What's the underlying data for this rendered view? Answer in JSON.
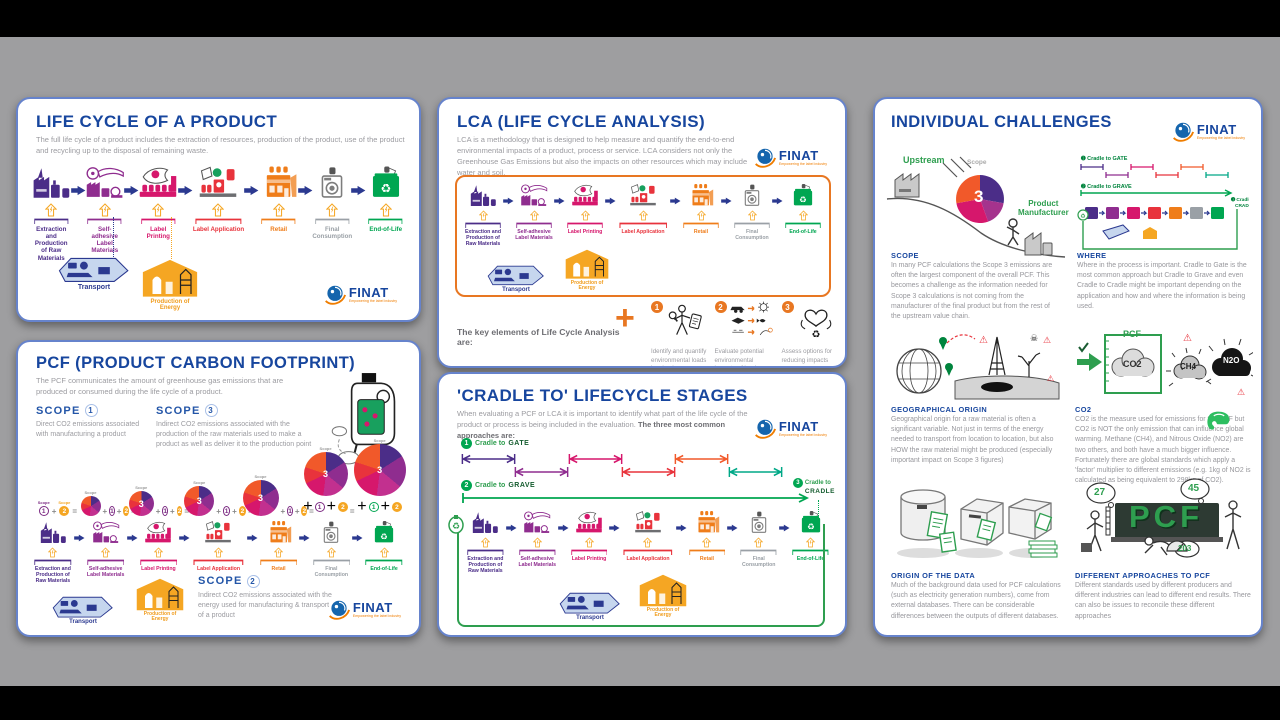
{
  "logo": {
    "text": "FINAT",
    "tagline": "Empowering the label industry"
  },
  "colors": {
    "title_blue": "#17469e",
    "heading_blue": "#2456a8",
    "body_gray": "#9b9ba0",
    "card_border": "#6683cc",
    "arrow_blue": "#2b3990",
    "energy_orange": "#f5a623",
    "green": "#00a651",
    "dark_green": "#2e9e4f",
    "plus_orange": "#e87722"
  },
  "lifecycle": {
    "stages": [
      {
        "label": "Extraction and Production of Raw Materials",
        "color": "#4b2d88",
        "icon": "factory",
        "wide": false
      },
      {
        "label": "Self-adhesive Label Materials",
        "color": "#8f2d8f",
        "icon": "materials",
        "wide": false
      },
      {
        "label": "Label Printing",
        "color": "#d6176c",
        "icon": "printing",
        "wide": false
      },
      {
        "label": "Label Application",
        "color": "#e8333c",
        "icon": "application",
        "wide": true
      },
      {
        "label": "Retail",
        "color": "#ef7d1a",
        "icon": "retail",
        "wide": false
      },
      {
        "label": "Final Consumption",
        "color": "#9aa0a6",
        "icon": "consumption",
        "wide": false
      },
      {
        "label": "End-of-Life",
        "color": "#00a651",
        "icon": "recycle",
        "wide": false
      }
    ],
    "transport": "Transport",
    "energy": "Production of Energy"
  },
  "cards": {
    "life_cycle": {
      "title": "LIFE CYCLE OF A PRODUCT",
      "intro": "The full life cycle of a product includes the extraction of resources, production of the product, use of the product and recycling up to the disposal of remaining waste."
    },
    "pcf": {
      "title": "PCF (PRODUCT CARBON FOOTPRINT)",
      "intro": "The PCF communicates the amount of greenhouse gas emissions that are produced or consumed during the life cycle of a product.",
      "scope_word": "SCOPE",
      "scope1": {
        "num": "1",
        "text": "Direct CO2 emissions associated with manufacturing a product"
      },
      "scope3": {
        "num": "3",
        "text": "Indirect CO2 emissions associated with the production of the raw materials used to make a product as well as deliver it to the production point"
      },
      "scope2": {
        "num": "2",
        "text": "Indirect CO2 emissions associated with the energy used for manufacturing & transport of a product"
      },
      "pie_label": "Scope",
      "pie_number": "3",
      "pie_sizes": [
        0,
        20,
        25,
        30,
        36,
        44,
        52
      ]
    },
    "lca": {
      "title": "LCA (LIFE CYCLE ANALYSIS)",
      "intro": "LCA is a methodology that is designed to help measure and quantify the end-to-end environmental impacts of a product, process or service. LCA considers not only the Greenhouse Gas Emissions but also the impacts on other resources which may include water and soil.",
      "key_intro": "The key elements of Life Cycle Analysis are:",
      "elements": [
        {
          "num": "1",
          "text": "Identify and quantify environmental loads involved"
        },
        {
          "num": "2",
          "text": "Evaluate potential environmental impacts of loads"
        },
        {
          "num": "3",
          "text": "Assess options for reducing impacts"
        }
      ]
    },
    "cradle": {
      "title": "'CRADLE TO' LIFECYCLE STAGES",
      "intro": "When evaluating a PCF or LCA it is important to identify what part of the life cycle of the product or process is being included in the evaluation.",
      "intro_bold": "The three most common approaches are:",
      "approaches": [
        {
          "num": "1",
          "pre": "Cradle to",
          "target": "GATE"
        },
        {
          "num": "2",
          "pre": "Cradle to",
          "target": "GRAVE"
        },
        {
          "num": "3",
          "pre": "Cradle to",
          "target": "CRADLE"
        }
      ],
      "segment_colors": [
        "#4b2d88",
        "#8f2d8f",
        "#d6176c",
        "#e8333c",
        "#f1592a",
        "#00a887"
      ]
    },
    "challenges": {
      "title": "INDIVIDUAL CHALLENGES",
      "hill": {
        "upstream": "Upstream",
        "manufacturer_1": "Product",
        "manufacturer_2": "Manufacturer",
        "scope_label": "Scope",
        "scope_num": "3"
      },
      "sections": {
        "scope": {
          "heading": "SCOPE",
          "text": "In many PCF calculations the Scope 3 emissions are often the largest component of the overall PCF. This becomes a challenge as the information needed for Scope 3 calculations is not coming from the manufacturer of the final product but from the rest of the upstream value chain."
        },
        "where": {
          "heading": "WHERE",
          "text": "Where in the process is important. Cradle to Gate is the most common approach but Cradle to Grave and even Cradle to Cradle might be important depending on the application and how and where the information is being used."
        },
        "geo": {
          "heading": "GEOGRAPHICAL ORIGIN",
          "text": "Geographical origin for a raw material is often a significant variable. Not just in terms of the energy needed to transport from location to location, but also HOW the raw material might be produced (especially important impact on Scope 3 figures)"
        },
        "co2": {
          "heading": "CO2",
          "text": "CO2 is the measure used for emissions for the PCF but CO2 is NOT the only emission that can influence global warming. Methane (CH4), and Nitrous Oxide (NO2) are two others, and both have a much bigger influence. Fortunately there are global standards which apply a 'factor' multiplier to different emissions (e.g. 1kg of NO2 is calculated as being equivalent to 298kg of CO2)."
        },
        "data": {
          "heading": "ORIGIN OF THE DATA",
          "text": "Much of the background data used for PCF calculations (such as electricity generation numbers), come from external databases. There can be considerable differences between the outputs of different databases."
        },
        "diff": {
          "heading": "DIFFERENT APPROACHES TO PCF",
          "text": "Different standards used by different producers and different industries can lead to different end results. There can also be issues to reconcile these different approaches"
        }
      },
      "co2_art": {
        "pcf": "PCF",
        "co2": "CO2",
        "ch4": "CH4",
        "n2o": "N2O"
      },
      "pcf_art": {
        "letters": "PCF",
        "bubble1": "27",
        "bubble2": "45",
        "bubble3": "203"
      }
    }
  }
}
